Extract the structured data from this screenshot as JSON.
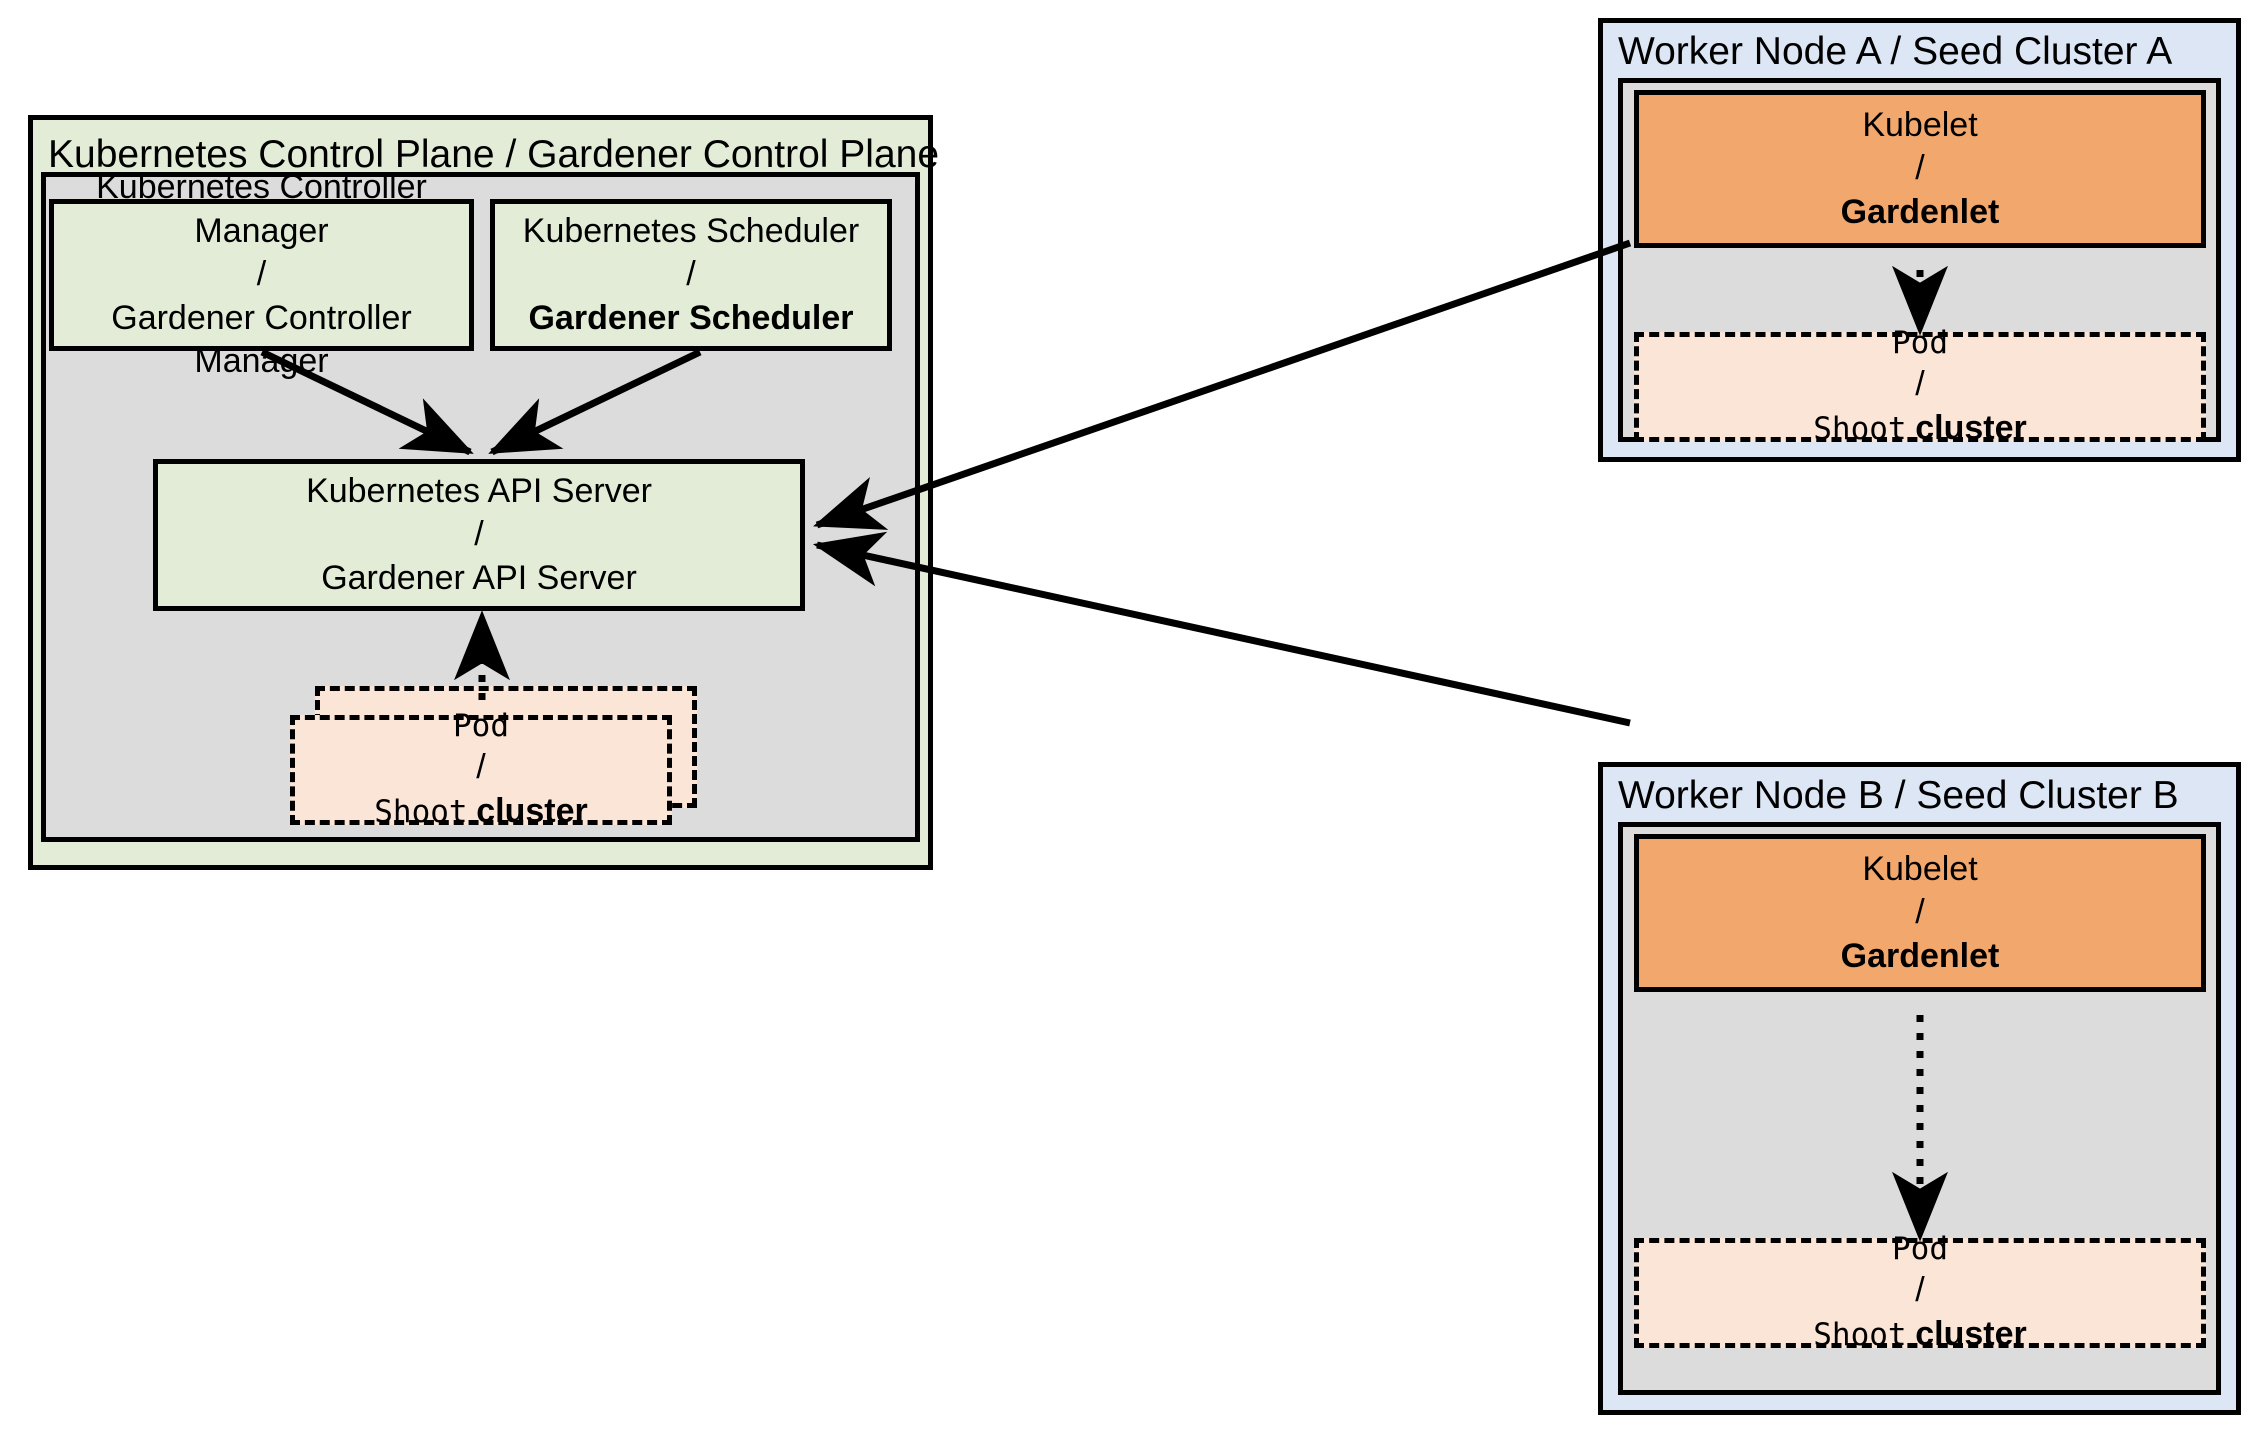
{
  "diagram": {
    "title_control_plane": "Kubernetes Control Plane / Gardener Control Plane",
    "title_worker_a": "Worker Node A / Seed Cluster A",
    "title_worker_b": "Worker Node B / Seed Cluster B",
    "controller_manager": {
      "line1": "Kubernetes Controller Manager",
      "separator": "/",
      "line2": "Gardener Controller Manager"
    },
    "scheduler": {
      "line1": "Kubernetes Scheduler",
      "separator": "/",
      "line2": "Gardener Scheduler"
    },
    "api_server": {
      "line1": "Kubernetes API Server",
      "separator": "/",
      "line2": "Gardener API Server"
    },
    "pod_control_plane": {
      "line1": "Pod",
      "separator": "/",
      "line2_mono": "Shoot",
      "line2_bold": "cluster"
    },
    "kubelet_a": {
      "line1": "Kubelet",
      "separator": "/",
      "line2": "Gardenlet"
    },
    "pod_a": {
      "line1": "Pod",
      "separator": "/",
      "line2_mono": "Shoot",
      "line2_bold": "cluster"
    },
    "kubelet_b": {
      "line1": "Kubelet",
      "separator": "/",
      "line2": "Gardenlet"
    },
    "pod_b": {
      "line1": "Pod",
      "separator": "/",
      "line2_mono": "Shoot",
      "line2_bold": "cluster"
    },
    "colors": {
      "green_fill": "#e2ecd6",
      "grey_fill": "#dcdcdc",
      "blue_fill": "#dce6f4",
      "orange_fill": "#f2a76c",
      "pod_fill": "#fbe5d6",
      "stroke": "#000000",
      "background": "#ffffff"
    }
  }
}
